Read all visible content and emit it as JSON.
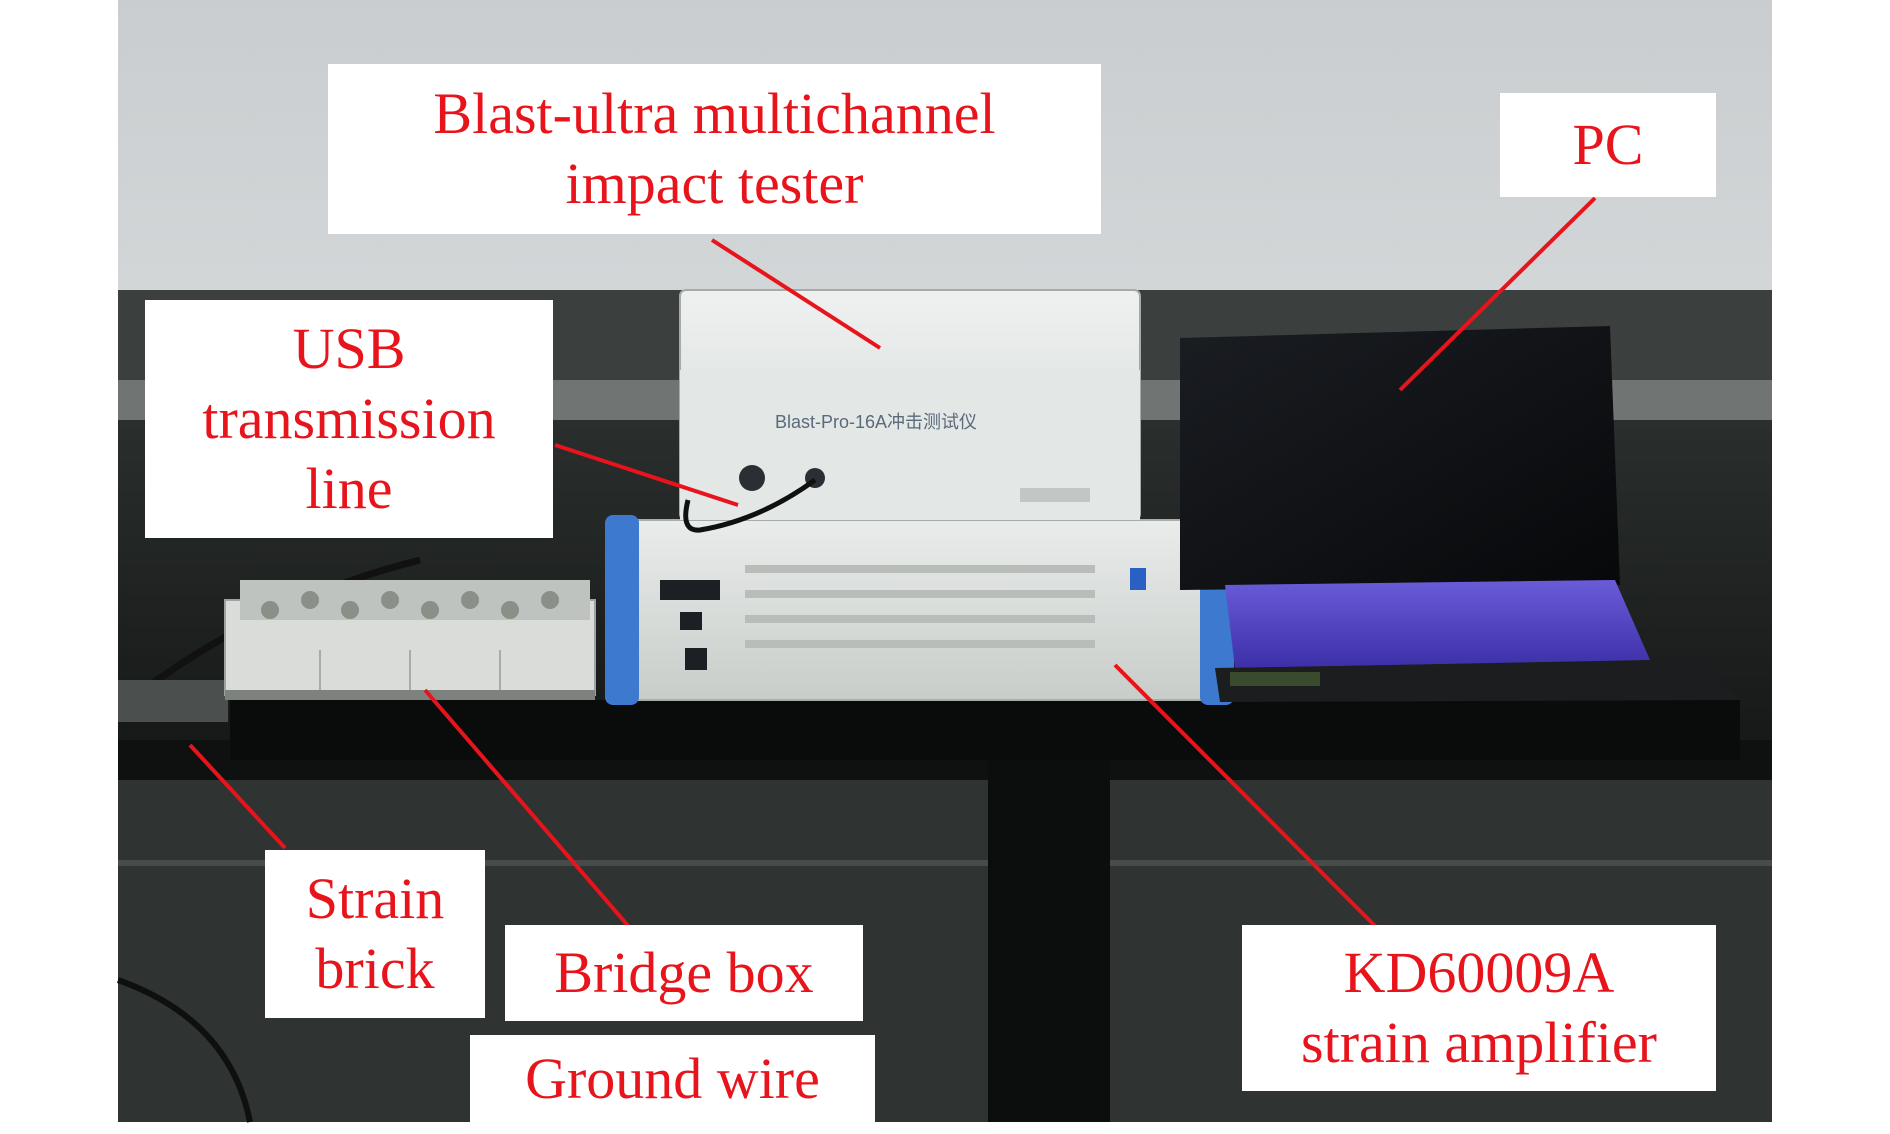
{
  "labels": {
    "impact_tester": {
      "line1": "Blast-ultra multichannel",
      "line2": "impact tester"
    },
    "pc": {
      "line1": "PC"
    },
    "usb_line": {
      "line1": "USB",
      "line2": "transmission",
      "line3": "line"
    },
    "strain_brick": {
      "line1": "Strain",
      "line2": "brick"
    },
    "bridge_box": {
      "line1": "Bridge box"
    },
    "ground_wire": {
      "line1": "Ground wire"
    },
    "strain_amplifier": {
      "line1": "KD60009A",
      "line2": "strain amplifier"
    }
  },
  "device": {
    "tester_panel_text": "Blast-Pro-16A冲击测试仪"
  },
  "colors": {
    "label_text": "#e8141c",
    "leader_line": "#e8141c",
    "label_background": "#ffffff"
  }
}
